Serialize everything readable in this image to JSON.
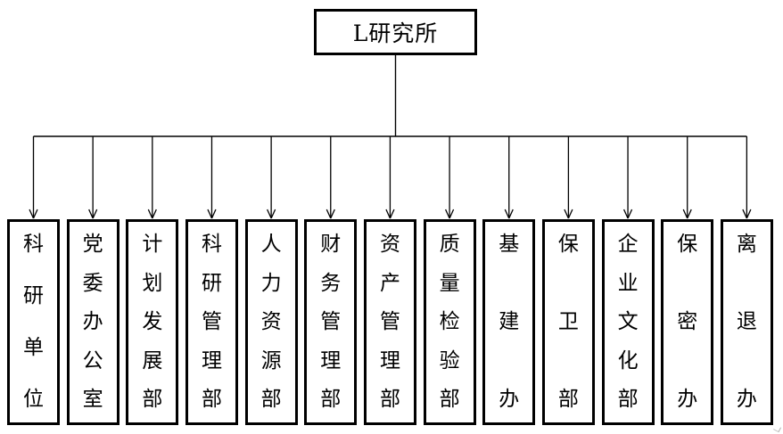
{
  "title_box": {
    "label": "L研究所"
  },
  "departments": [
    {
      "label": "科研单位"
    },
    {
      "label": "党委办公室"
    },
    {
      "label": "计划发展部"
    },
    {
      "label": "科研管理部"
    },
    {
      "label": "人力资源部"
    },
    {
      "label": "财务管理部"
    },
    {
      "label": "资产管理部"
    },
    {
      "label": "质量检验部"
    },
    {
      "label": "基建办"
    },
    {
      "label": "保卫部"
    },
    {
      "label": "企业文化部"
    },
    {
      "label": "保密办"
    },
    {
      "label": "离退办"
    }
  ],
  "colors": {
    "background": "#ffffff",
    "line": "#000000",
    "box_border": "#000000",
    "text": "#000000"
  },
  "connector": {
    "style": "orthogonal",
    "arrow": "open-v-down"
  }
}
